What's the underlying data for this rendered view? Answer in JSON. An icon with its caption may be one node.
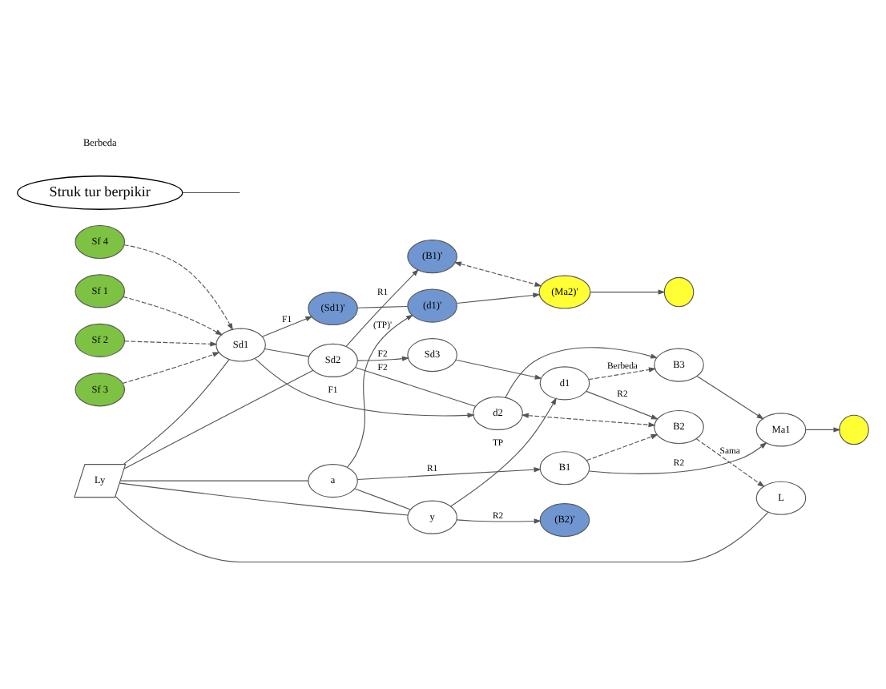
{
  "diagram": {
    "nodes": [
      {
        "text": [
          "Sf 2"
        ]
      },
      {
        "text": [
          "Sf 3"
        ]
      },
      {
        "text": [
          "Sf 4"
        ]
      },
      {
        "text": [
          "Sf 1"
        ]
      },
      {
        "text": [
          "Sd1"
        ]
      },
      {
        "text": [
          "(Sd1)'"
        ]
      },
      {
        "text": [
          "Sd2"
        ]
      },
      {
        "text": [
          "Ly"
        ]
      },
      {
        "text": [
          "a"
        ]
      },
      {
        "text": [
          "y"
        ]
      },
      {
        "text": [
          "(d1)'"
        ]
      },
      {
        "text": [
          "(B1)'"
        ]
      },
      {
        "text": [
          "(B2)'"
        ]
      },
      {
        "text": [
          "L"
        ]
      },
      {
        "text": [
          "(Ma2)'"
        ]
      },
      {
        "text": [],
        "shape": "circle"
      },
      {
        "text": [
          "Sd3"
        ]
      },
      {
        "text": [
          "d2"
        ]
      },
      {
        "text": [
          "B1"
        ]
      },
      {
        "text": [
          "d1"
        ]
      },
      {
        "text": [
          "B2"
        ]
      },
      {
        "text": [
          "B3"
        ]
      },
      {
        "text": [
          "Ma1"
        ]
      },
      {
        "text": [],
        "shape": "circle"
      },
      {
        "text": [
          "Struk tur berpikir"
        ]
      }
    ],
    "edges": [
      {
        "from": 0,
        "to": 4,
        "arrow": "to",
        "style": "dashed"
      },
      {
        "from": 1,
        "to": 4,
        "arrow": "to",
        "style": "dashed"
      },
      {
        "from": 2,
        "to": 4,
        "arrow": "to",
        "style": "dashed"
      },
      {
        "from": 3,
        "to": 4,
        "arrow": "to",
        "style": "dashed"
      },
      {
        "from": 4,
        "to": 5,
        "label": "F1",
        "arrow": "to"
      },
      {
        "from": 4,
        "to": 17,
        "label": "F1",
        "arrow": "to"
      },
      {
        "from": 6,
        "to": 17,
        "label": "F2",
        "arrow": "none"
      },
      {
        "from": 4,
        "to": 6,
        "arrow": "none"
      },
      {
        "from": 6,
        "to": 16,
        "label": "F2",
        "arrow": "to"
      },
      {
        "from": 7,
        "to": 4,
        "arrow": "none"
      },
      {
        "from": 7,
        "to": 6,
        "arrow": "none"
      },
      {
        "from": 7,
        "to": 8,
        "arrow": "none"
      },
      {
        "from": 7,
        "to": 9,
        "arrow": "none"
      },
      {
        "from": 7,
        "to": 13,
        "arrow": "none"
      },
      {
        "from": 8,
        "to": 9,
        "arrow": "none"
      },
      {
        "from": 8,
        "to": 10,
        "label": "(TP)'",
        "arrow": "to"
      },
      {
        "from": 5,
        "to": 10,
        "arrow": "none"
      },
      {
        "from": 6,
        "to": 11,
        "label": "R1",
        "arrow": "to"
      },
      {
        "from": 9,
        "to": 12,
        "label": "R2",
        "arrow": "to"
      },
      {
        "from": 10,
        "to": 14,
        "arrow": "to"
      },
      {
        "from": 11,
        "to": 14,
        "arrow": "both",
        "style": "dashed"
      },
      {
        "from": 14,
        "to": 15,
        "arrow": "to"
      },
      {
        "from": 8,
        "to": 18,
        "label": "R1",
        "arrow": "to"
      },
      {
        "from": 16,
        "to": 19,
        "arrow": "to"
      },
      {
        "from": 9,
        "to": 19,
        "label": "TP",
        "arrow": "to"
      },
      {
        "from": 19,
        "to": 20,
        "label": "R2",
        "arrow": "to"
      },
      {
        "from": 18,
        "to": 20,
        "arrow": "to",
        "style": "dashed"
      },
      {
        "from": 17,
        "to": 20,
        "arrow": "both",
        "style": "dashed"
      },
      {
        "from": 17,
        "to": 21,
        "arrow": "to"
      },
      {
        "from": 18,
        "to": 22,
        "label": "R2",
        "arrow": "to"
      },
      {
        "from": 20,
        "to": 13,
        "label": "Sama",
        "arrow": "to",
        "style": "dashed"
      },
      {
        "from": 21,
        "to": 22,
        "arrow": "to"
      },
      {
        "from": 19,
        "to": 21,
        "label": "Berbeda",
        "arrow": "to",
        "style": "dashed"
      },
      {
        "from": 22,
        "to": 23,
        "arrow": "to"
      },
      {
        "from": 24,
        "to": null,
        "arrow": "none"
      }
    ],
    "labels": [
      "Berbeda"
    ]
  }
}
